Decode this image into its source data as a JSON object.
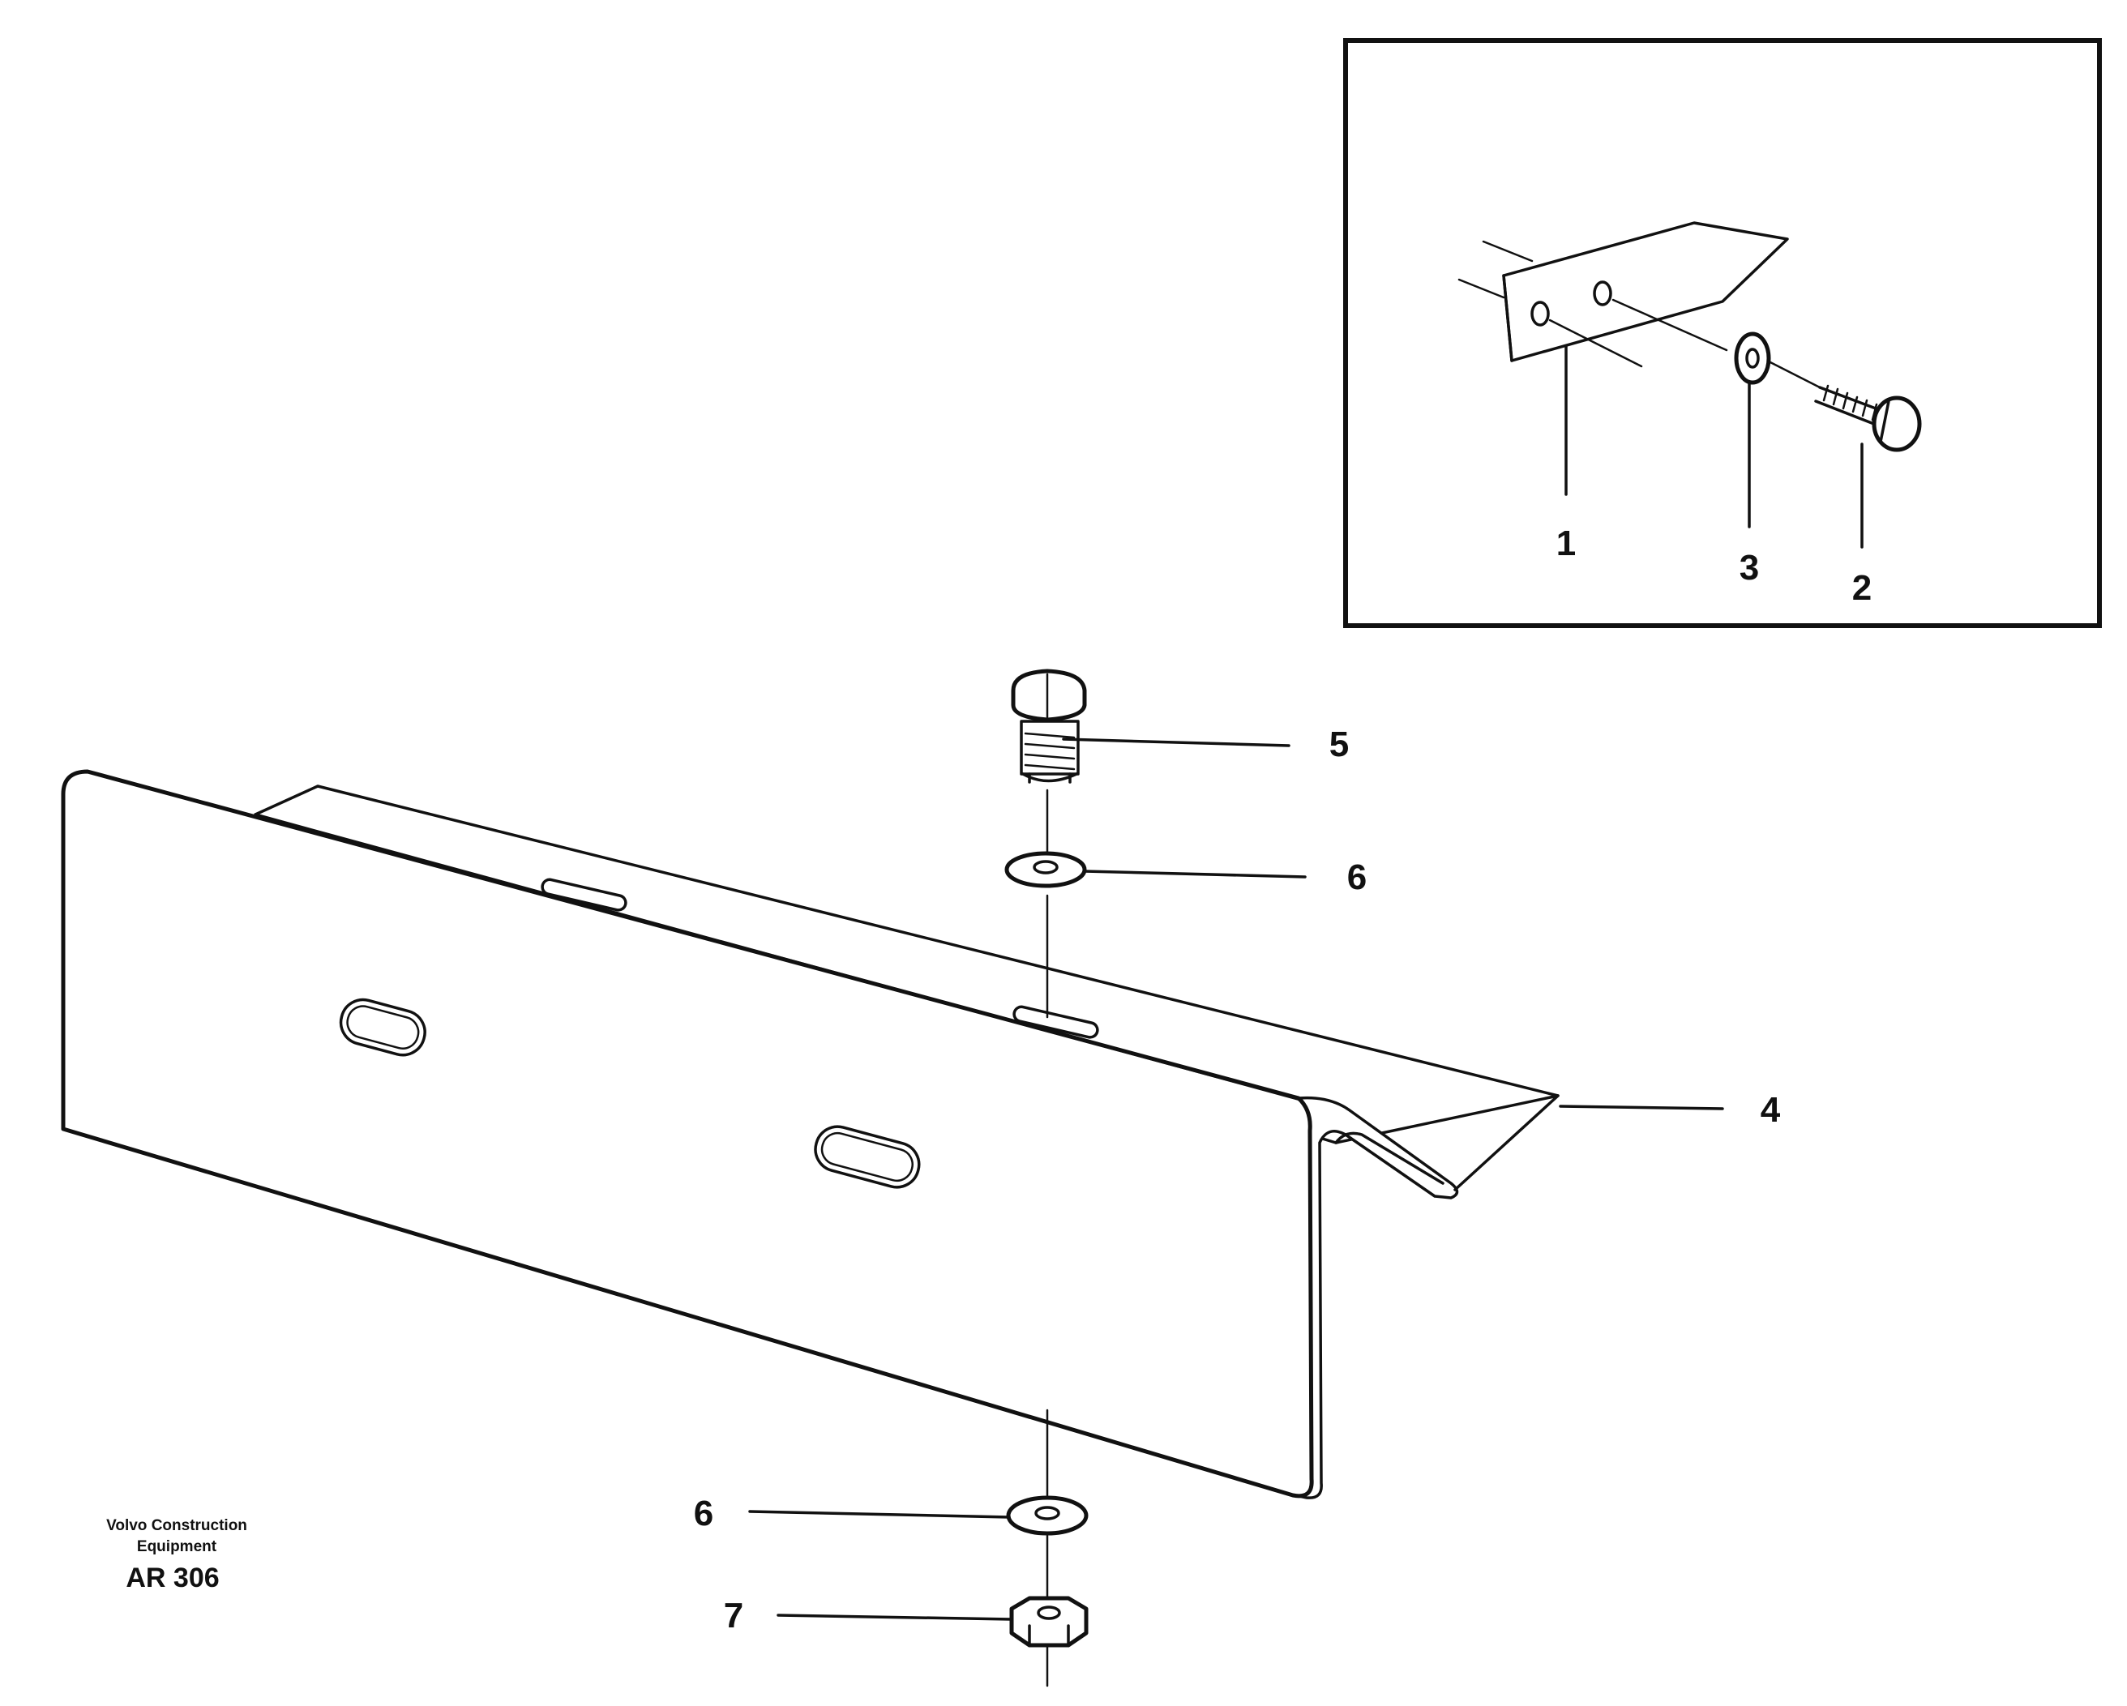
{
  "callouts": {
    "inset_1": "1",
    "inset_3": "3",
    "inset_2": "2",
    "bolt": "5",
    "washer_top": "6",
    "cover_plate": "4",
    "washer_bottom": "6",
    "nut": "7"
  },
  "footer": {
    "company_line1": "Volvo Construction",
    "company_line2": "Equipment",
    "drawing_code": "AR 306"
  }
}
